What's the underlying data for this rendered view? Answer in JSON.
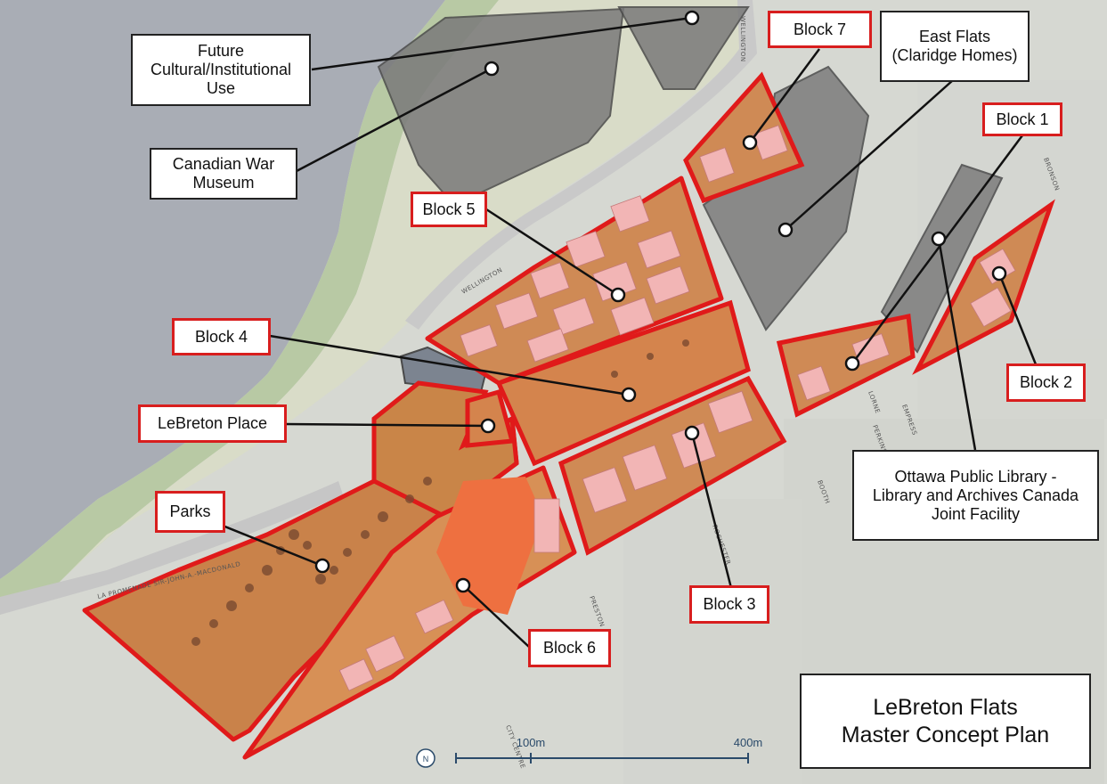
{
  "map": {
    "title_lines": [
      "LeBreton Flats",
      "Master Concept Plan"
    ],
    "labels": {
      "future_use": [
        "Future",
        "Cultural/Institutional",
        "Use"
      ],
      "war_museum": [
        "Canadian War",
        "Museum"
      ],
      "east_flats": [
        "East Flats",
        "(Claridge Homes)"
      ],
      "library": [
        "Ottawa Public Library -",
        "Library and Archives Canada",
        "Joint Facility"
      ],
      "block1": "Block 1",
      "block2": "Block 2",
      "block3": "Block 3",
      "block4": "Block 4",
      "block5": "Block 5",
      "block6": "Block 6",
      "block7": "Block 7",
      "lebreton_place": "LeBreton Place",
      "parks": "Parks"
    },
    "streets": {
      "wellington_1": "WELLINGTON",
      "wellington_2": "WELLINGTON",
      "promenade": "LA PROMENADE SIR-JOHN-A.-MACDONALD",
      "booth": "BOOTH",
      "preston": "PRESTON",
      "city_centre": "CITY CENTRE",
      "rochester": "ROCHESTER",
      "lorne": "LORNE",
      "empress": "EMPRESS",
      "perkins": "PERKINS",
      "bronson": "BRONSON"
    },
    "scale": {
      "label_1": "100m",
      "label_2": "400m",
      "north": "N"
    },
    "colors": {
      "block_outline": "#e01a1a",
      "building": "#f2b5b5",
      "park": "#c9824a",
      "event_center": "#ee7040",
      "gray_site": "#7a7a7a",
      "water": "#a9adb5"
    }
  }
}
